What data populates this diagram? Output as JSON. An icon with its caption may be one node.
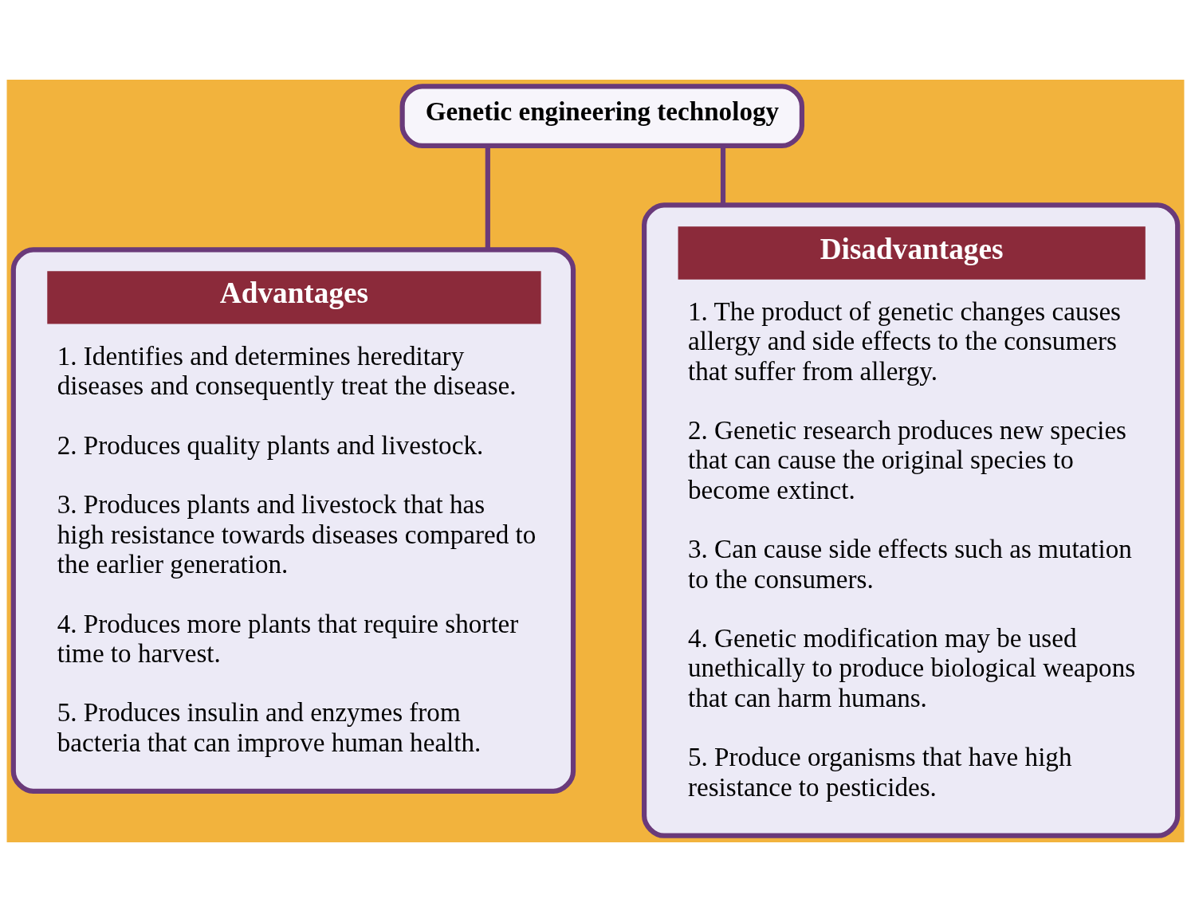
{
  "diagram": {
    "nodes": [
      {
        "text": [
          "Genetic engineering technology"
        ]
      },
      {
        "text": [
          "Advantages",
          "1. Identifies and determines hereditary diseases and consequently treat the disease.",
          "2. Produces quality plants and livestock.",
          "3. Produces plants and livestock that has high resistance towards diseases compared to the earlier generation.",
          "4. Produces more plants that require shorter time to harvest.",
          "5. Produces insulin and enzymes from bacteria that can improve human health."
        ]
      },
      {
        "text": [
          "Disadvantages",
          "1. The product of genetic changes causes allergy and side effects to the consumers that suffer from allergy.",
          "2. Genetic research produces new species that can cause the original species to become extinct.",
          "3. Can cause side effects such as mutation to the consumers.",
          "4. Genetic modification may be used unethically to produce biological weapons that can harm humans.",
          "5. Produce organisms that have high resistance to pesticides."
        ]
      }
    ],
    "edges": [
      {
        "from": 0,
        "to": 1,
        "arrow": "none"
      },
      {
        "from": 0,
        "to": 2,
        "arrow": "none"
      }
    ]
  }
}
